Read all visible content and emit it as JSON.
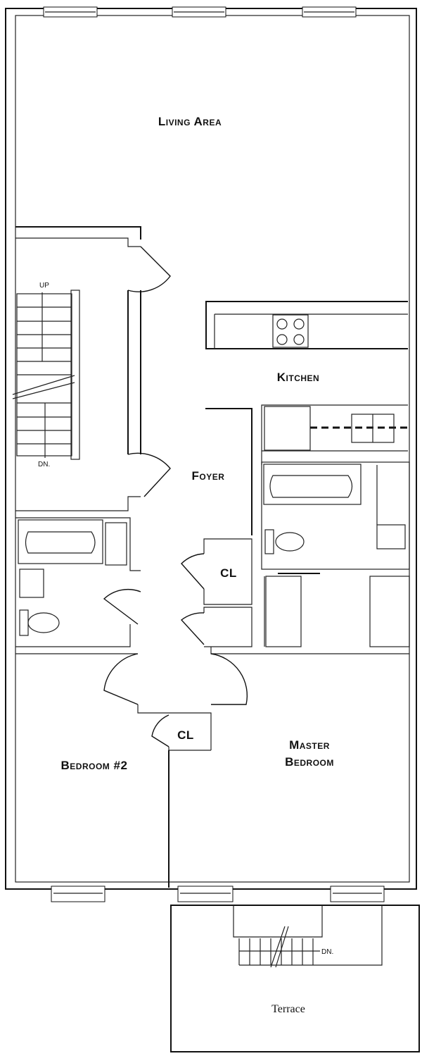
{
  "rooms": {
    "living_area": "Living Area",
    "kitchen": "Kitchen",
    "foyer": "Foyer",
    "closet_1": "CL",
    "closet_2": "CL",
    "master_bedroom_line1": "Master",
    "master_bedroom_line2": "Bedroom",
    "bedroom_2": "Bedroom #2",
    "terrace": "Terrace"
  },
  "stairs": {
    "interior_up": "UP",
    "interior_down": "DN.",
    "terrace_down": "DN."
  }
}
